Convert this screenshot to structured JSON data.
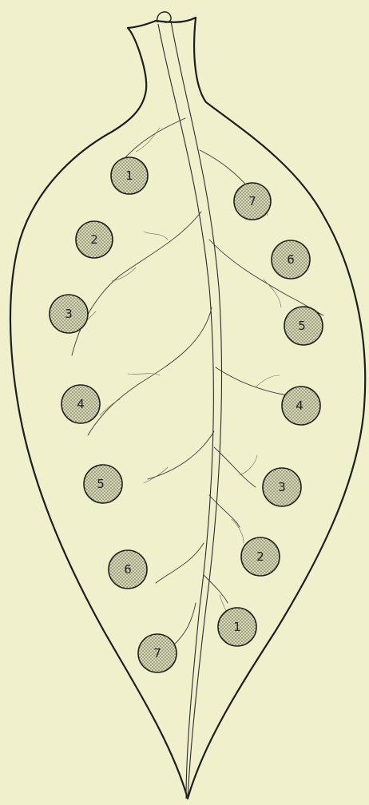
{
  "colors": {
    "background": "#f1f0cd",
    "ink": "#1e1e1e",
    "spot_fill": "#d9d8b6",
    "spot_dots": "#5a5a4a"
  },
  "spots": {
    "left": [
      "1",
      "2",
      "3",
      "4",
      "5",
      "6",
      "7"
    ],
    "right": [
      "7",
      "6",
      "5",
      "4",
      "3",
      "2",
      "1"
    ]
  }
}
